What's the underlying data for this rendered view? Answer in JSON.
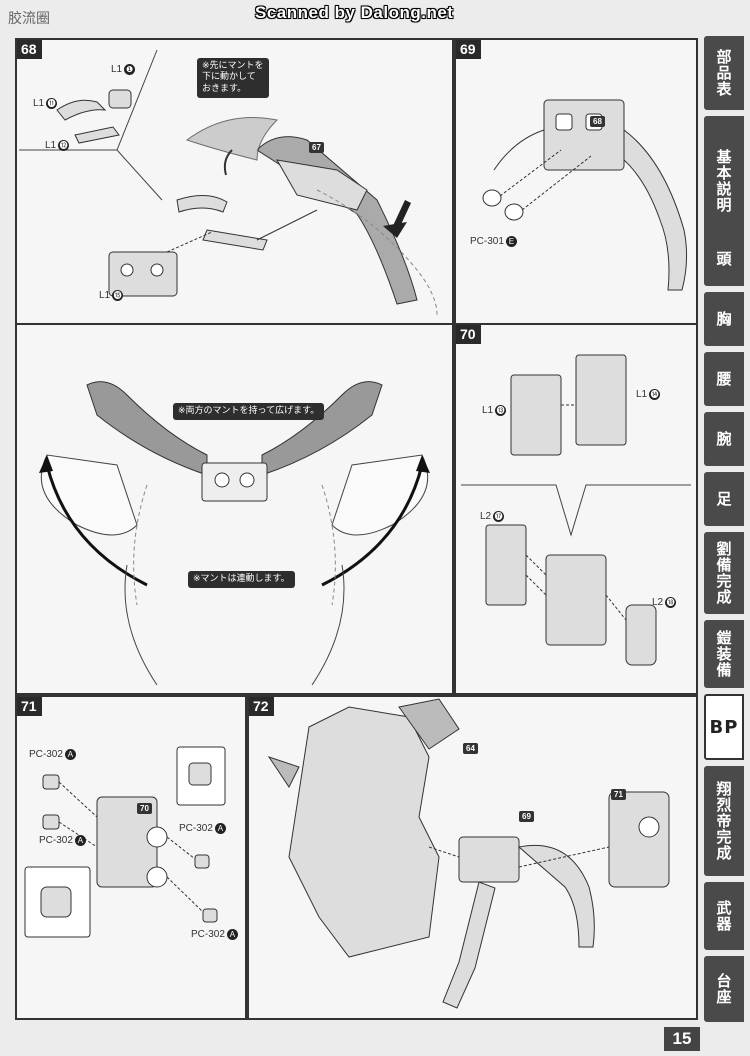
{
  "header": {
    "left_text": "胶流圈",
    "center_text": "Scanned by Dalong.net"
  },
  "steps": {
    "s68": {
      "number": "68",
      "labels": [
        "L1",
        "L1",
        "L1",
        "L1"
      ],
      "circled": [
        "❶",
        "⓫",
        "⓬",
        "⓯"
      ],
      "ref": "67",
      "note": "※先にマントを\n下に動かして\nおきます。"
    },
    "s69": {
      "number": "69",
      "ref": "68",
      "part": "PC-301",
      "part_circ": "E"
    },
    "mid": {
      "note1": "※両方のマントを持って広げます。",
      "note2": "※マントは連動します。"
    },
    "s70": {
      "number": "70",
      "labels": [
        "L1",
        "L1",
        "L2",
        "L2"
      ],
      "circled": [
        "⓭",
        "⓮",
        "⓱",
        "⓲"
      ]
    },
    "s71": {
      "number": "71",
      "ref": "70",
      "parts": [
        "PC-302",
        "PC-302",
        "PC-302",
        "PC-302"
      ],
      "part_circ": "A"
    },
    "s72": {
      "number": "72",
      "refs": [
        "64",
        "69",
        "71"
      ]
    }
  },
  "side_tabs": [
    {
      "label": "部品表"
    },
    {
      "label": "基本説明"
    },
    {
      "label": "頭"
    },
    {
      "label": "胸"
    },
    {
      "label": "腰"
    },
    {
      "label": "腕"
    },
    {
      "label": "足"
    },
    {
      "label": "劉備完成"
    },
    {
      "label": "鎧装備"
    },
    {
      "label": "BP"
    },
    {
      "label": "翔烈帝完成"
    },
    {
      "label": "武器"
    },
    {
      "label": "台座"
    }
  ],
  "page_number": "15"
}
